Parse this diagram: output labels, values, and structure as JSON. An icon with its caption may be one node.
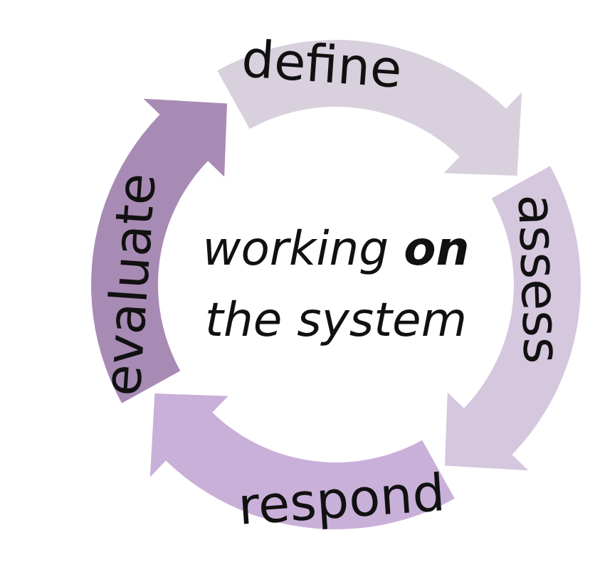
{
  "diagram": {
    "nodes": [
      {
        "text": [
          "define"
        ]
      },
      {
        "text": [
          "assess"
        ]
      },
      {
        "text": [
          "respond"
        ]
      },
      {
        "text": [
          "evaluate"
        ]
      }
    ],
    "labels": [
      "working **on** the system"
    ]
  }
}
